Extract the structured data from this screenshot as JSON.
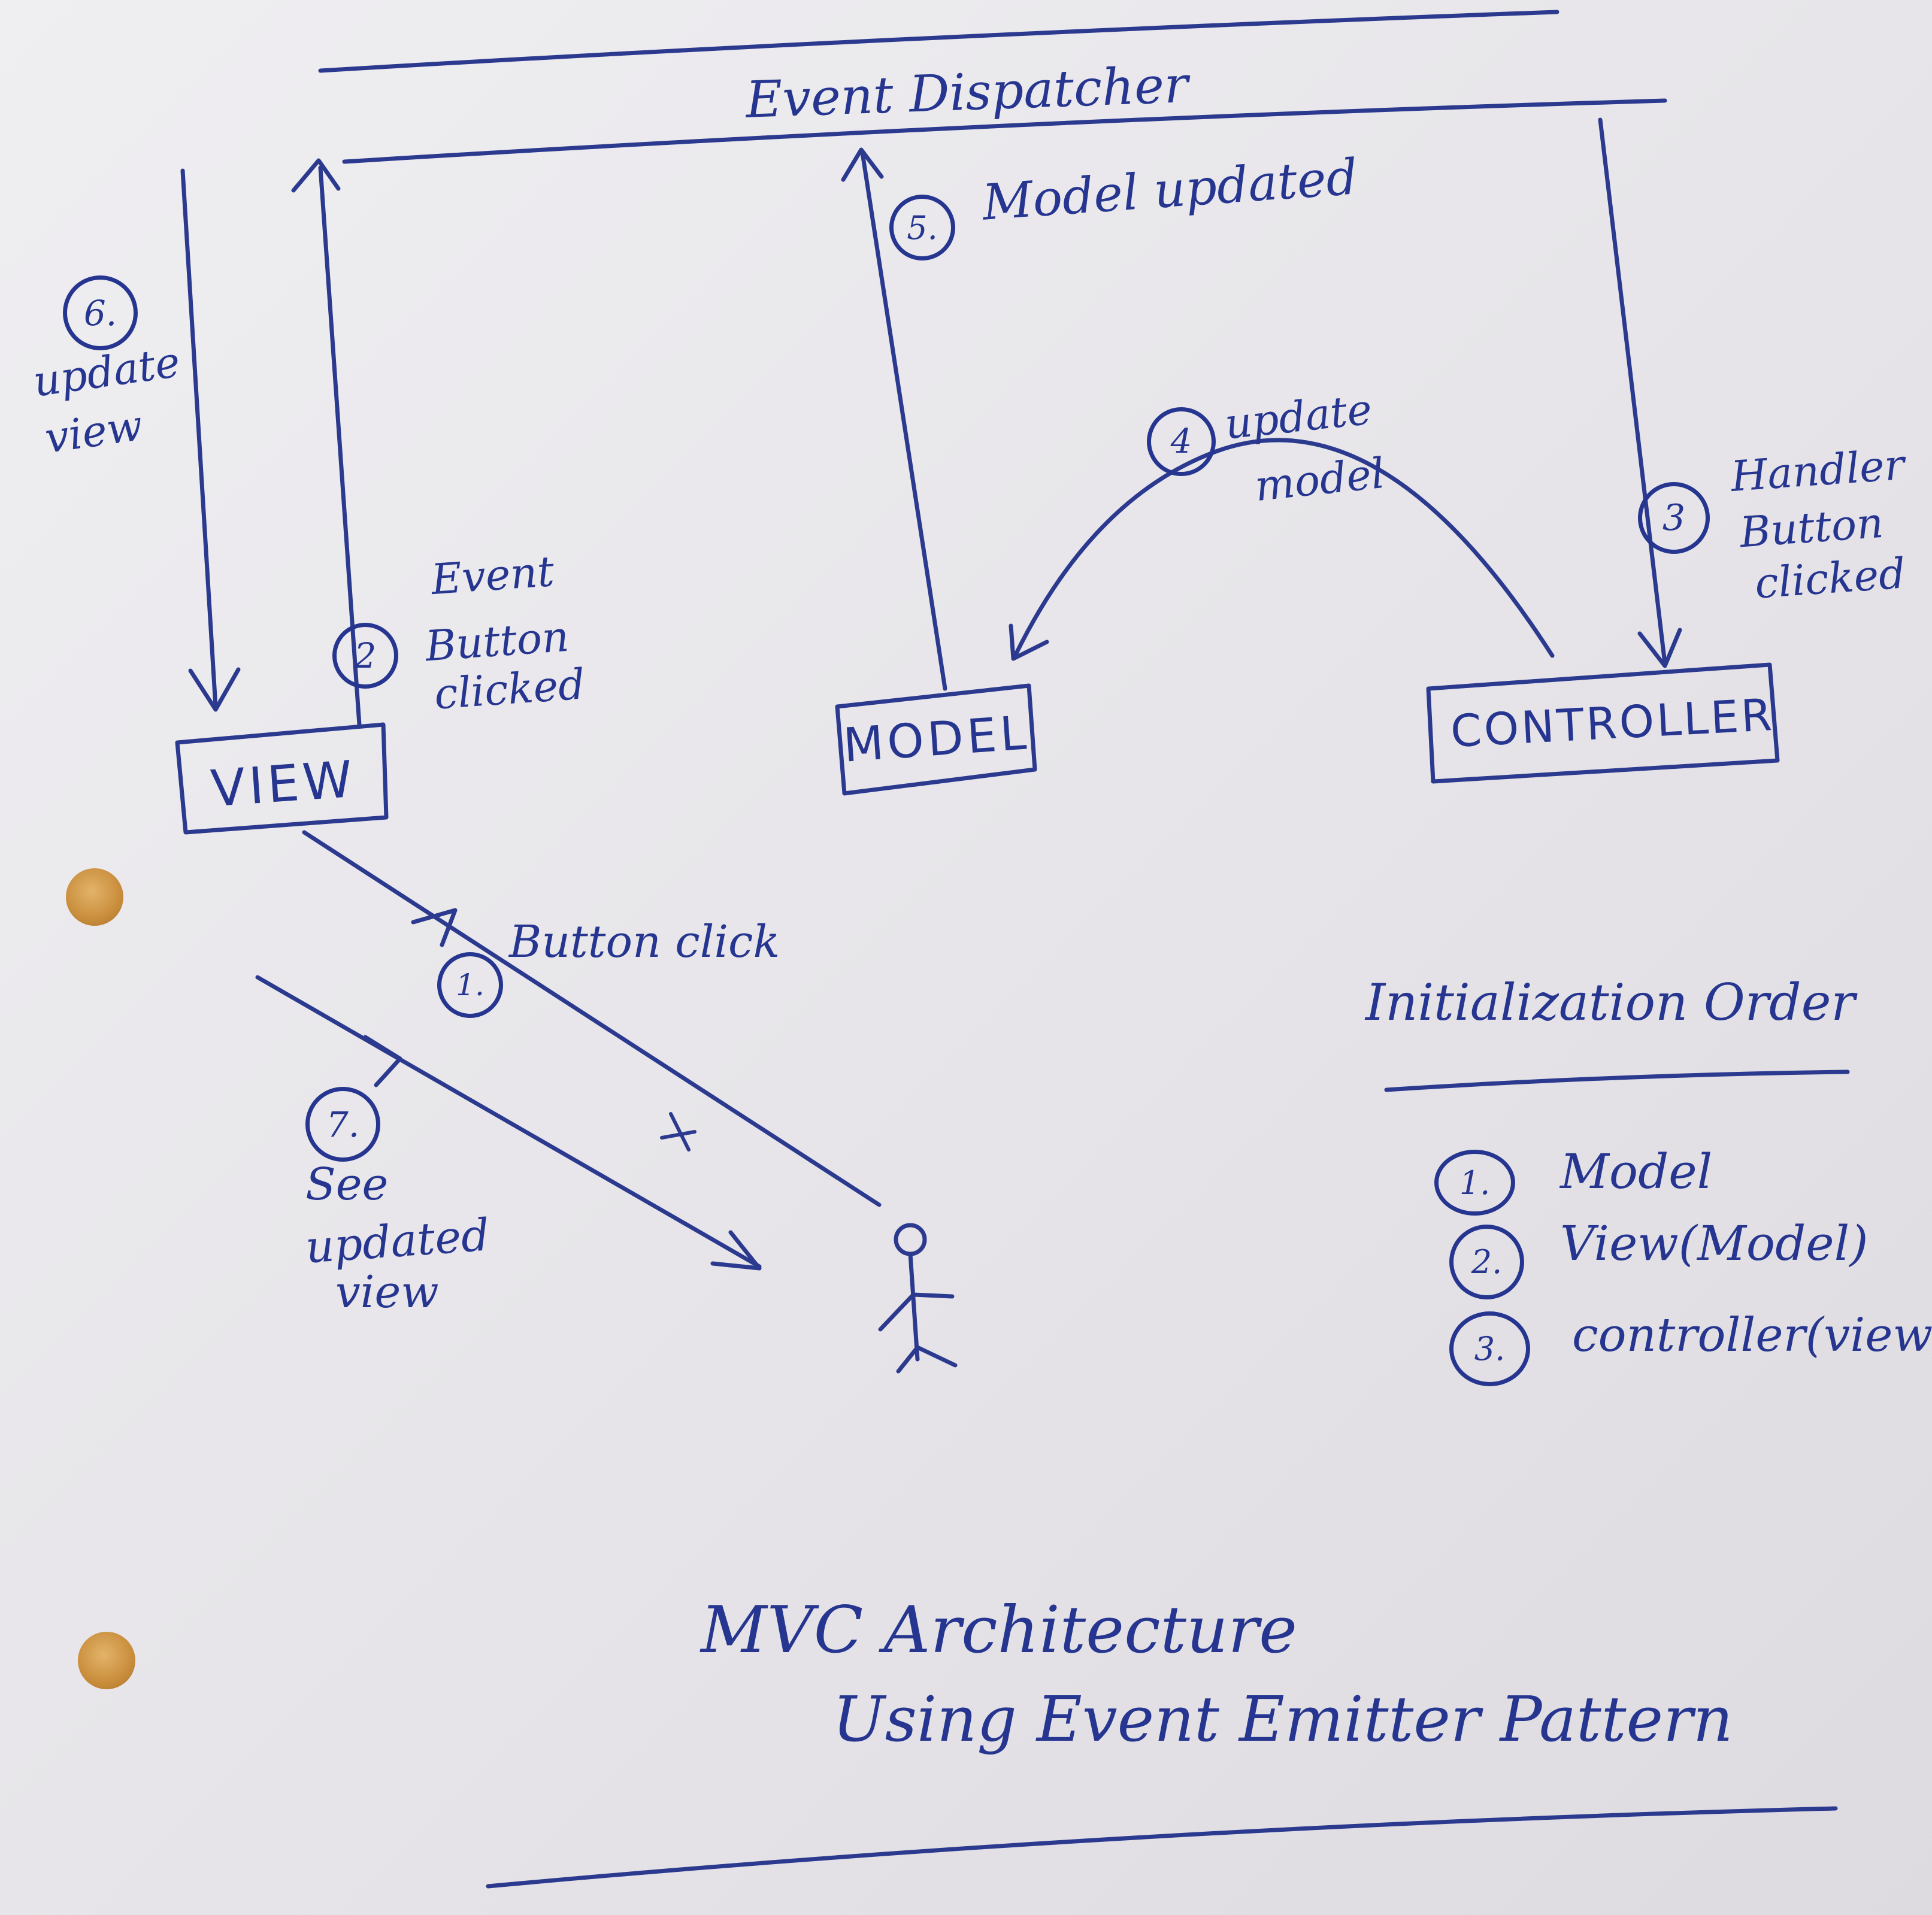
{
  "dispatcher": {
    "label": "Event Dispatcher"
  },
  "nodes": {
    "view": "VIEW",
    "model": "MODEL",
    "controller": "CONTROLLER"
  },
  "steps": [
    {
      "number": "1.",
      "lines": [
        "Button click"
      ]
    },
    {
      "number": "2",
      "lines": [
        "Event",
        "Button",
        "clicked"
      ]
    },
    {
      "number": "3",
      "lines": [
        "Handler",
        "Button",
        "clicked"
      ]
    },
    {
      "number": "4",
      "lines": [
        "update",
        "model"
      ]
    },
    {
      "number": "5.",
      "lines": [
        "Model updated"
      ]
    },
    {
      "number": "6.",
      "lines": [
        "update",
        "view"
      ]
    },
    {
      "number": "7.",
      "lines": [
        "See",
        "updated",
        "view"
      ]
    }
  ],
  "init_order": {
    "title": "Initialization Order",
    "items": [
      {
        "number": "1.",
        "label": "Model"
      },
      {
        "number": "2.",
        "label": "View(Model)"
      },
      {
        "number": "3.",
        "label": "controller(view)"
      }
    ]
  },
  "footer": {
    "line1": "MVC Architecture",
    "line2": "Using Event Emitter Pattern"
  }
}
